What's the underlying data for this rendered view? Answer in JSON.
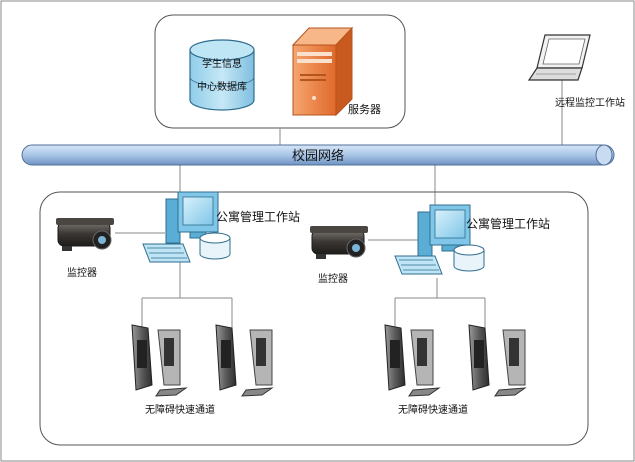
{
  "network": {
    "backbone_label": "校园网络",
    "remote_station_label": "远程监控工作站"
  },
  "datacenter": {
    "db_line1": "学生信息",
    "db_line2": "中心数据库",
    "server_label": "服务器"
  },
  "dorms": [
    {
      "workstation_label": "公寓管理工作站",
      "camera_label": "监控器",
      "gate_label": "无障碍快速通道"
    },
    {
      "workstation_label": "公寓管理工作站",
      "camera_label": "监控器",
      "gate_label": "无障碍快速通道"
    }
  ],
  "colors": {
    "backbone": "#a9c6e8",
    "database": "#a9d8ee",
    "server": "#f08a4b",
    "monitor": "#7fc6e8",
    "gate": "#6b6b6b"
  }
}
